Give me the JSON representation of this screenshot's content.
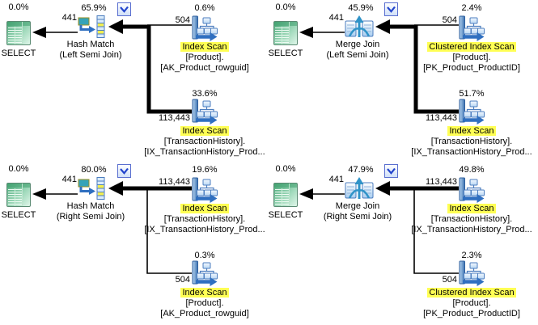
{
  "palette": {
    "highlight": "#ffff54",
    "edge": "#000000",
    "scan_icon_blue": "#2f6fc0",
    "select_icon_green": "#4fae7e"
  },
  "plans": [
    {
      "position": "top-left",
      "select": {
        "pct": "0.0%",
        "label": "SELECT"
      },
      "join": {
        "pct": "65.9%",
        "name": "Hash Match",
        "subtitle": "(Left Semi Join)",
        "rows_out": "441",
        "icon": "hash-match-icon",
        "collapse_toggle": "chevron-down-icon"
      },
      "scan_top": {
        "pct": "0.6%",
        "rows": "504",
        "name": "Index Scan",
        "line1": "[Product].",
        "line2": "[AK_Product_rowguid]",
        "icon": "index-scan-icon"
      },
      "scan_bottom": {
        "pct": "33.6%",
        "rows": "113,443",
        "name": "Index Scan",
        "line1": "[TransactionHistory].",
        "line2": "[IX_TransactionHistory_Prod...",
        "icon": "index-scan-icon"
      }
    },
    {
      "position": "top-right",
      "select": {
        "pct": "0.0%",
        "label": "SELECT"
      },
      "join": {
        "pct": "45.9%",
        "name": "Merge Join",
        "subtitle": "(Left Semi Join)",
        "rows_out": "441",
        "icon": "merge-join-icon",
        "collapse_toggle": "chevron-down-icon"
      },
      "scan_top": {
        "pct": "2.4%",
        "rows": "504",
        "name": "Clustered Index Scan",
        "line1": "[Product].",
        "line2": "[PK_Product_ProductID]",
        "icon": "clustered-index-scan-icon"
      },
      "scan_bottom": {
        "pct": "51.7%",
        "rows": "113,443",
        "name": "Index Scan",
        "line1": "[TransactionHistory].",
        "line2": "[IX_TransactionHistory_Prod...",
        "icon": "index-scan-icon"
      }
    },
    {
      "position": "bottom-left",
      "select": {
        "pct": "0.0%",
        "label": "SELECT"
      },
      "join": {
        "pct": "80.0%",
        "name": "Hash Match",
        "subtitle": "(Right Semi Join)",
        "rows_out": "441",
        "icon": "hash-match-icon",
        "collapse_toggle": "chevron-down-icon"
      },
      "scan_top": {
        "pct": "19.6%",
        "rows": "113,443",
        "name": "Index Scan",
        "line1": "[TransactionHistory].",
        "line2": "[IX_TransactionHistory_Prod...",
        "icon": "index-scan-icon"
      },
      "scan_bottom": {
        "pct": "0.3%",
        "rows": "504",
        "name": "Index Scan",
        "line1": "[Product].",
        "line2": "[AK_Product_rowguid]",
        "icon": "index-scan-icon"
      }
    },
    {
      "position": "bottom-right",
      "select": {
        "pct": "0.0%",
        "label": "SELECT"
      },
      "join": {
        "pct": "47.9%",
        "name": "Merge Join",
        "subtitle": "(Right Semi Join)",
        "rows_out": "441",
        "icon": "merge-join-icon",
        "collapse_toggle": "chevron-down-icon"
      },
      "scan_top": {
        "pct": "49.8%",
        "rows": "113,443",
        "name": "Index Scan",
        "line1": "[TransactionHistory].",
        "line2": "[IX_TransactionHistory_Prod...",
        "icon": "index-scan-icon"
      },
      "scan_bottom": {
        "pct": "2.3%",
        "rows": "504",
        "name": "Clustered Index Scan",
        "line1": "[Product].",
        "line2": "[PK_Product_ProductID]",
        "icon": "clustered-index-scan-icon"
      }
    }
  ]
}
